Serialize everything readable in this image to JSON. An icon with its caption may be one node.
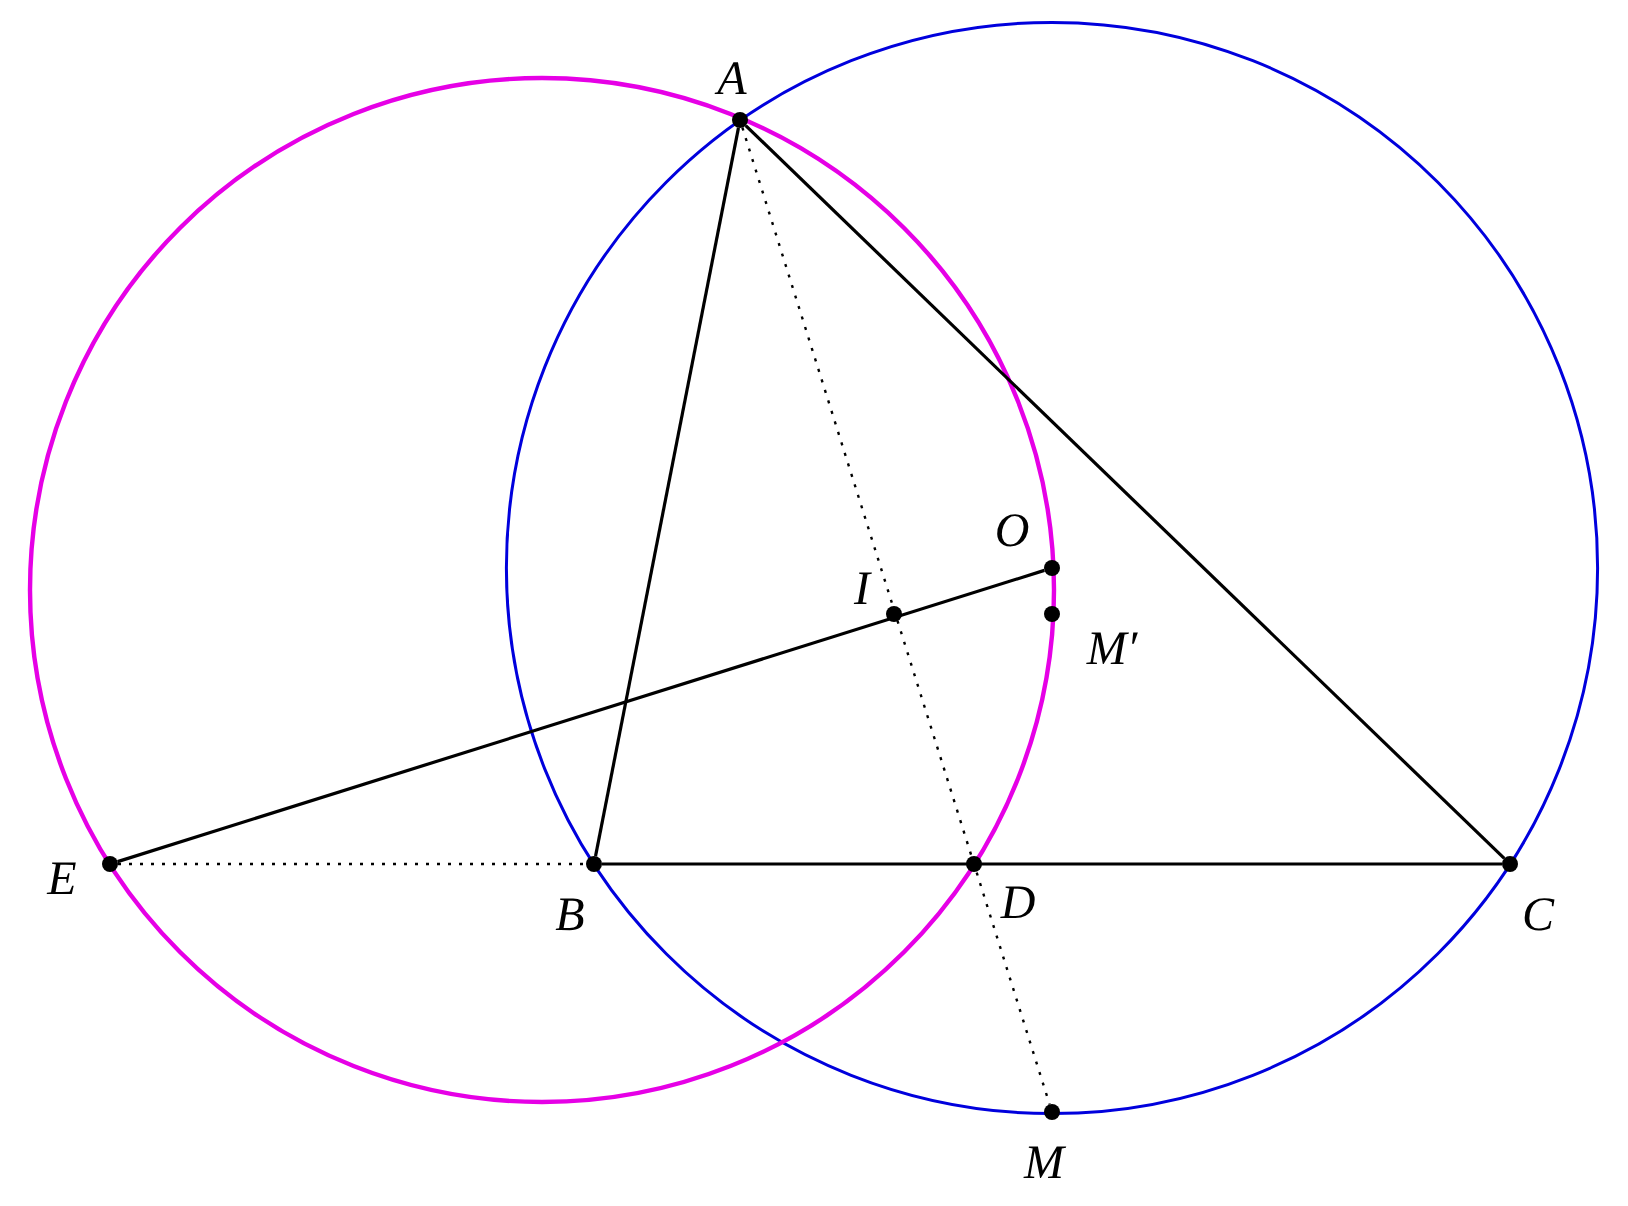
{
  "diagram": {
    "nodes": [
      {
        "text": [
          "A"
        ]
      },
      {
        "text": [
          "B"
        ]
      },
      {
        "text": [
          "C"
        ]
      },
      {
        "text": [
          "D"
        ]
      },
      {
        "text": [
          "E"
        ]
      },
      {
        "text": [
          "I"
        ]
      },
      {
        "text": [
          "O"
        ]
      },
      {
        "text": [
          "M′"
        ]
      },
      {
        "text": [
          "M"
        ]
      }
    ],
    "edges": [
      {
        "from": 0,
        "to": 1,
        "arrow": "none"
      },
      {
        "from": 0,
        "to": 2,
        "arrow": "none"
      },
      {
        "from": 1,
        "to": 2,
        "arrow": "none"
      },
      {
        "from": 4,
        "to": 6,
        "arrow": "none"
      },
      {
        "from": 0,
        "to": 8,
        "arrow": "none",
        "style": "dashed"
      },
      {
        "from": 4,
        "to": 1,
        "arrow": "none",
        "style": "dashed"
      }
    ]
  }
}
